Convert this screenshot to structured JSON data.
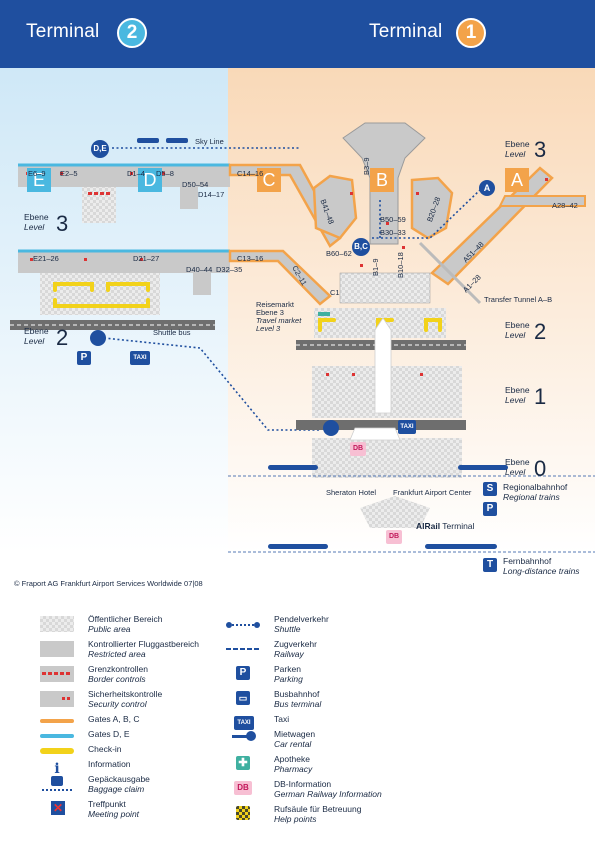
{
  "header": {
    "terminal2": {
      "label": "Terminal",
      "number": "2"
    },
    "terminal1": {
      "label": "Terminal",
      "number": "1"
    }
  },
  "colors": {
    "header_blue": "#1f4f9f",
    "terminal2_bg": "#d6ebf8",
    "terminal1_bg": "#fbe3cc",
    "gates_abc": "#f3a34a",
    "gates_de": "#4ab8e0",
    "checkin": "#f2d21a",
    "railway": "#1f4f9f"
  },
  "gate_areas": {
    "E": "E",
    "D": "D",
    "C": "C",
    "B": "B",
    "A": "A"
  },
  "levels": {
    "t2_level3": {
      "de": "Ebene",
      "en": "Level",
      "num": "3"
    },
    "t2_level2": {
      "de": "Ebene",
      "en": "Level",
      "num": "2"
    },
    "t1_level3": {
      "de": "Ebene",
      "en": "Level",
      "num": "3"
    },
    "t1_level2": {
      "de": "Ebene",
      "en": "Level",
      "num": "2"
    },
    "t1_level1": {
      "de": "Ebene",
      "en": "Level",
      "num": "1"
    },
    "t1_level0": {
      "de": "Ebene",
      "en": "Level",
      "num": "0"
    }
  },
  "gate_labels": {
    "e9": "E6–9",
    "e5": "E2–5",
    "d4": "D1–4",
    "d8": "D5–8",
    "d54": "D50–54",
    "d17": "D14–17",
    "e26": "E21–26",
    "d27": "D21–27",
    "d44": "D40–44",
    "d35": "D32–35",
    "c16a": "C14–16",
    "c16b": "C13–16",
    "c11": "C2–11",
    "c1": "C1",
    "b48": "B41–48",
    "b9": "B3–9",
    "b28": "B20–28",
    "b59": "B50–59",
    "b33": "B30–33",
    "b62": "B60–62",
    "b19": "B1–9",
    "b18": "B10–18",
    "a48": "A51–48",
    "a28": "A1–28",
    "a42": "A28–42"
  },
  "place_labels": {
    "skyline": "Sky Line",
    "shuttle_bus": "Shuttle bus",
    "de_node": "D,E",
    "bc_node": "B,C",
    "a_node": "A",
    "travel_market_de": "Reisemarkt",
    "travel_market_level_de": "Ebene 3",
    "travel_market_en": "Travel market",
    "travel_market_level_en": "Level 3",
    "transfer_tunnel": "Transfer Tunnel A–B",
    "sheraton": "Sheraton Hotel",
    "fac": "Frankfurt Airport Center",
    "airail_bold": "AIRail",
    "airail_rest": " Terminal",
    "taxi": "TAXI",
    "db": "DB",
    "info": "i",
    "p": "P"
  },
  "stations": {
    "regional": {
      "letter": "S",
      "de": "Regionalbahnhof",
      "en": "Regional trains"
    },
    "parking": {
      "letter": "P"
    },
    "longdistance": {
      "letter": "T",
      "de": "Fernbahnhof",
      "en": "Long-distance trains"
    }
  },
  "footer": {
    "copyright": "© Fraport AG   Frankfurt Airport Services Worldwide   07|08"
  },
  "legend": {
    "left": [
      {
        "icon": "public-area-swatch",
        "de": "Öffentlicher Bereich",
        "en": "Public area"
      },
      {
        "icon": "restricted-area-swatch",
        "de": "Kontrollierter Fluggastbereich",
        "en": "Restricted area"
      },
      {
        "icon": "border-control-swatch",
        "de": "Grenzkontrollen",
        "en": "Border controls"
      },
      {
        "icon": "security-control-swatch",
        "de": "Sicherheitskontrolle",
        "en": "Security control"
      },
      {
        "icon": "gates-abc-line",
        "de": "Gates A, B, C",
        "en": ""
      },
      {
        "icon": "gates-de-line",
        "de": "Gates D, E",
        "en": ""
      },
      {
        "icon": "checkin-bar",
        "de": "Check-in",
        "en": ""
      },
      {
        "icon": "information-icon",
        "de": "Information",
        "en": ""
      },
      {
        "icon": "baggage-claim-icon",
        "de": "Gepäckausgabe",
        "en": "Baggage claim"
      },
      {
        "icon": "meeting-point-icon",
        "de": "Treffpunkt",
        "en": "Meeting point"
      }
    ],
    "right": [
      {
        "icon": "shuttle-line",
        "de": "Pendelverkehr",
        "en": "Shuttle"
      },
      {
        "icon": "railway-line",
        "de": "Zugverkehr",
        "en": "Railway"
      },
      {
        "icon": "parking-icon",
        "de": "Parken",
        "en": "Parking"
      },
      {
        "icon": "bus-terminal-icon",
        "de": "Busbahnhof",
        "en": "Bus terminal"
      },
      {
        "icon": "taxi-icon",
        "de": "Taxi",
        "en": ""
      },
      {
        "icon": "car-rental-icon",
        "de": "Mietwagen",
        "en": "Car rental"
      },
      {
        "icon": "pharmacy-icon",
        "de": "Apotheke",
        "en": "Pharmacy"
      },
      {
        "icon": "db-information-icon",
        "de": "DB-Information",
        "en": "German Railway Information"
      },
      {
        "icon": "help-point-icon",
        "de": "Rufsäule für Betreuung",
        "en": "Help points"
      }
    ]
  }
}
